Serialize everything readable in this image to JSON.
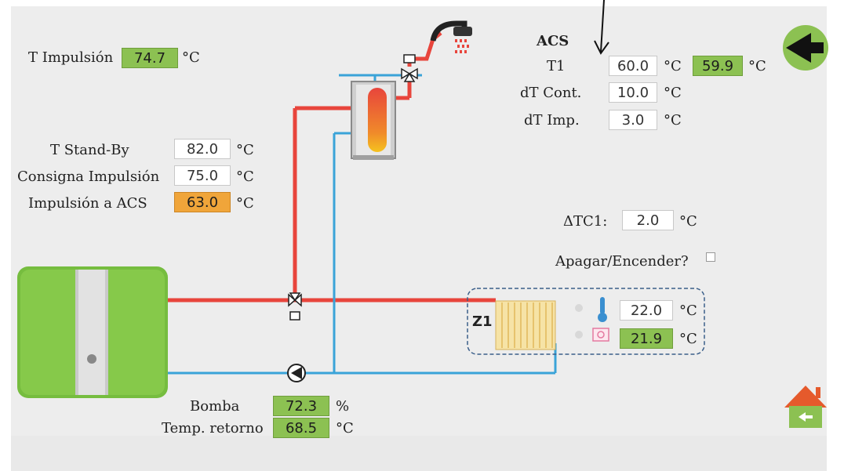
{
  "left_params": {
    "t_impulsion": {
      "label": "T Impulsión",
      "value": "74.7",
      "unit": "°C"
    },
    "t_standby": {
      "label": "T Stand-By",
      "value": "82.0",
      "unit": "°C"
    },
    "consigna_impulsion": {
      "label": "Consigna Impulsión",
      "value": "75.0",
      "unit": "°C"
    },
    "impulsion_acs": {
      "label": "Impulsión a ACS",
      "value": "63.0",
      "unit": "°C"
    }
  },
  "acs": {
    "title": "ACS",
    "t1": {
      "label": "T1",
      "value": "60.0",
      "unit": "°C",
      "measured": "59.9",
      "measured_unit": "°C"
    },
    "dt_cont": {
      "label": "dT Cont.",
      "value": "10.0",
      "unit": "°C"
    },
    "dt_imp": {
      "label": "dT Imp.",
      "value": "3.0",
      "unit": "°C"
    }
  },
  "delta_tc1": {
    "label": "ΔTC1:",
    "value": "2.0",
    "unit": "°C"
  },
  "toggle": {
    "label": "Apagar/Encender?"
  },
  "zone1": {
    "label": "Z1",
    "setpoint": "22.0",
    "setpoint_unit": "°C",
    "measured": "21.9",
    "measured_unit": "°C"
  },
  "pump": {
    "bomba": {
      "label": "Bomba",
      "value": "72.3",
      "unit": "%"
    },
    "temp_retorno": {
      "label": "Temp. retorno",
      "value": "68.5",
      "unit": "°C"
    }
  },
  "colors": {
    "supply_pipe": "#e8453c",
    "return_pipe": "#3aa3d8",
    "value_green": "#8cc152",
    "value_orange": "#f0a53a",
    "boiler_green": "#7cc242"
  }
}
